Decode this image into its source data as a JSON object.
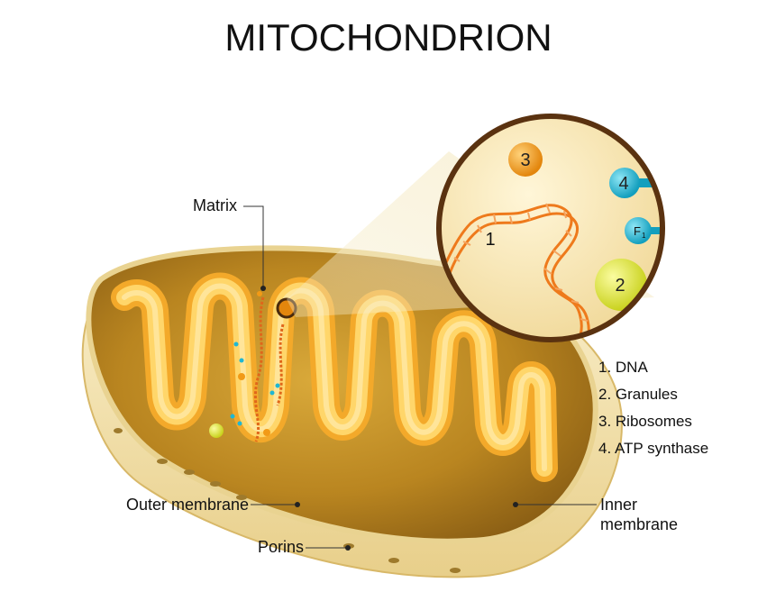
{
  "title": "MITOCHONDRION",
  "callouts": {
    "matrix": "Matrix",
    "outer_membrane": "Outer membrane",
    "porins": "Porins",
    "inner_membrane_line1": "Inner",
    "inner_membrane_line2": "membrane"
  },
  "inset": {
    "dna_number": "1",
    "granule_number": "2",
    "ribosome_number": "3",
    "atp_synthase_number": "4",
    "f1_label": "F",
    "f1_subscript": "1"
  },
  "legend": [
    "1. DNA",
    "2. Granules",
    "3. Ribosomes",
    "4. ATP synthase"
  ],
  "colors": {
    "cristae": "#ffc94a",
    "matrix_fill": "#c8962a",
    "outer_membrane": "#f6e7b8",
    "dna": "#ee7a1c",
    "ribosome": "#f29a16",
    "granule": "#e4ea3c",
    "atp_synthase": "#1fb7d3",
    "inset_border": "#5a3210"
  }
}
